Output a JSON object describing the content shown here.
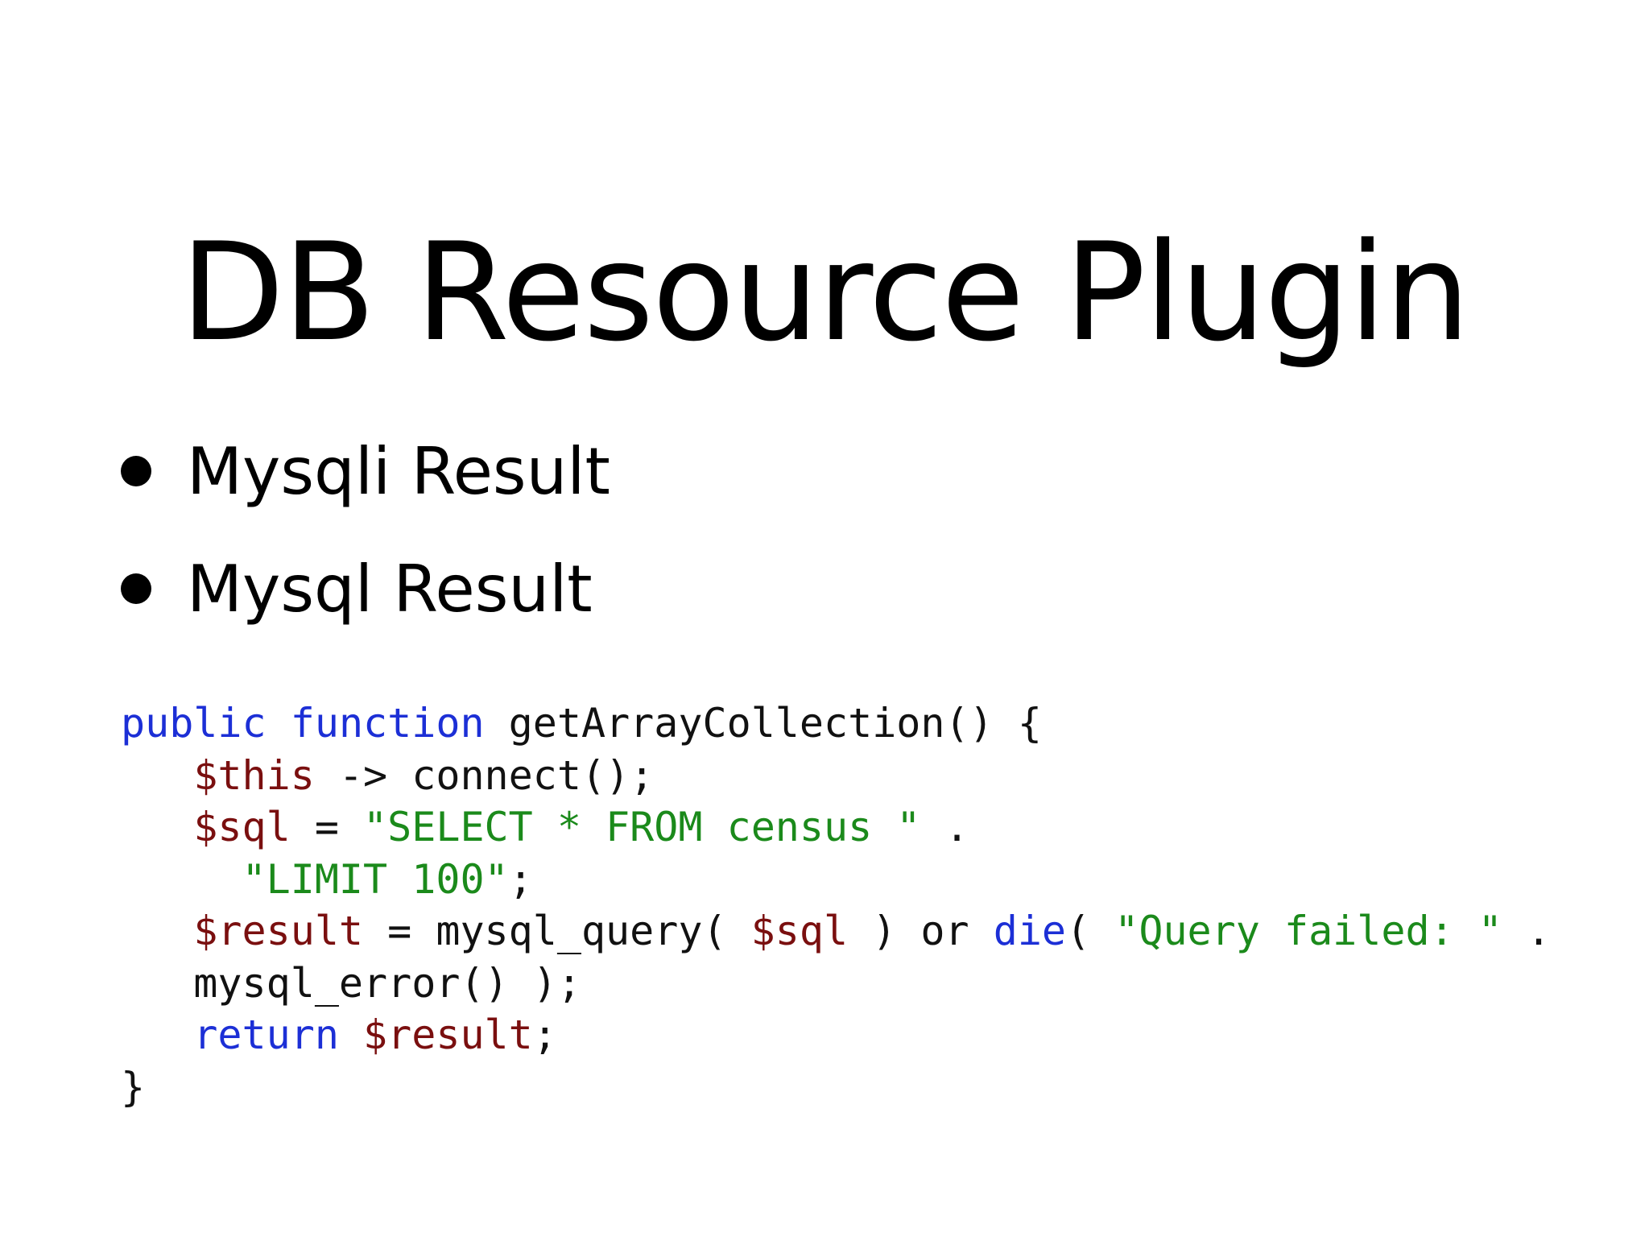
{
  "slide": {
    "title": "DB Resource Plugin",
    "bullets": [
      "Mysqli Result",
      "Mysql Result"
    ]
  },
  "code": {
    "language": "php",
    "colors": {
      "keyword": "#1c2fd6",
      "variable": "#7a0f0f",
      "string": "#1b8a1b",
      "plain": "#111111"
    },
    "lines": [
      [
        {
          "t": "kw",
          "text": "public"
        },
        {
          "t": "plain",
          "text": " "
        },
        {
          "t": "kw",
          "text": "function"
        },
        {
          "t": "plain",
          "text": " getArrayCollection() {"
        }
      ],
      [
        {
          "t": "plain",
          "text": "   "
        },
        {
          "t": "var",
          "text": "$this"
        },
        {
          "t": "plain",
          "text": " -> connect();"
        }
      ],
      [
        {
          "t": "plain",
          "text": "   "
        },
        {
          "t": "var",
          "text": "$sql"
        },
        {
          "t": "plain",
          "text": " = "
        },
        {
          "t": "str",
          "text": "\"SELECT * FROM census \""
        },
        {
          "t": "plain",
          "text": " ."
        }
      ],
      [
        {
          "t": "plain",
          "text": "     "
        },
        {
          "t": "str",
          "text": "\"LIMIT 100\""
        },
        {
          "t": "plain",
          "text": ";"
        }
      ],
      [
        {
          "t": "plain",
          "text": "   "
        },
        {
          "t": "var",
          "text": "$result"
        },
        {
          "t": "plain",
          "text": " = mysql_query( "
        },
        {
          "t": "var",
          "text": "$sql"
        },
        {
          "t": "plain",
          "text": " ) or "
        },
        {
          "t": "kw",
          "text": "die"
        },
        {
          "t": "plain",
          "text": "( "
        },
        {
          "t": "str",
          "text": "\"Query failed: \""
        },
        {
          "t": "plain",
          "text": " ."
        }
      ],
      [
        {
          "t": "plain",
          "text": "   mysql_error() );"
        }
      ],
      [
        {
          "t": "plain",
          "text": "   "
        },
        {
          "t": "kw",
          "text": "return"
        },
        {
          "t": "plain",
          "text": " "
        },
        {
          "t": "var",
          "text": "$result"
        },
        {
          "t": "plain",
          "text": ";"
        }
      ],
      [
        {
          "t": "plain",
          "text": "}"
        }
      ]
    ]
  }
}
